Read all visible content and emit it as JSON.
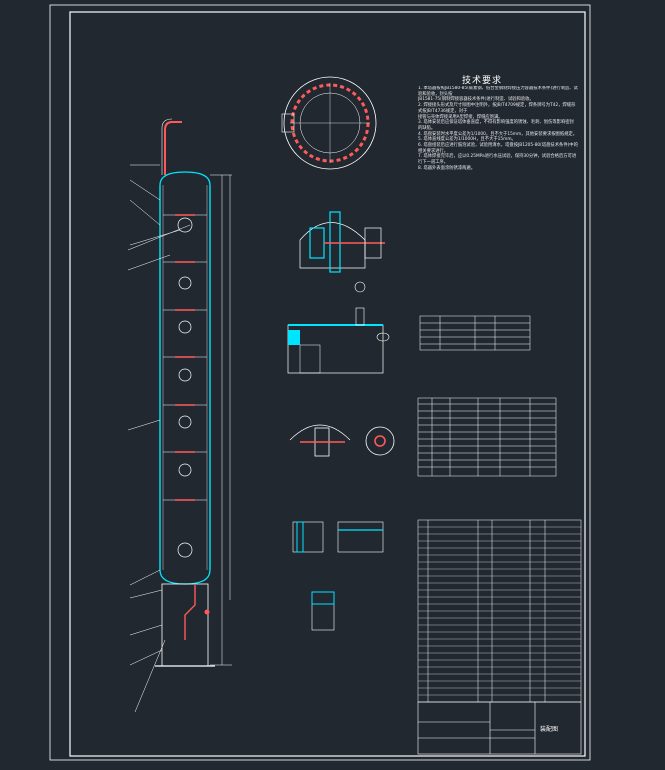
{
  "drawing": {
    "background": "#212830",
    "colors": {
      "line": "#ffffff",
      "vessel": "#00e5ff",
      "section": "#ff5a5a",
      "hatch": "#00e5ff"
    },
    "technical_requirements": {
      "title": "技术要求",
      "notes": [
        "1. 本塔器按照JB1580-85(碳素钢、低合金钢制焊接压力容器技术条件)进行制造、试验和验收，封头按",
        "JB1581-75(钢制焊接容器技术条件)进行制造、试验和验收。",
        "2. 焊接接头形式及尺寸除图中注明外，按JB/T4709规定，焊条牌号为T42，焊缝形式按JB/T4736规定，对于",
        "接管与壳体焊接采用A型焊接，焊缝应饱满。",
        "3. 塔体安装后应保证塔体垂直度，不得有影响强度的锈蚀、毛刺、划伤等影响密封的缺陷。",
        "4. 塔盘安装时水平度公差为1/1000，且不大于15mm，其他安装要求按图纸规定。",
        "5. 塔体直线度公差为1/1000H，且不大于15mm。",
        "6. 塔盘组装后应进行鼓泡试验，试验用清水，塔盘按JB1205-80(塔盘技术条件)中的相关要求进行。",
        "7. 塔体焊接完毕后，应以0.25MPa进行水压试验，保持30分钟，试验合格后方可进行下一道工序。",
        "8. 塔器外表面涂防锈漆两遍。"
      ]
    },
    "title_block": {
      "name_label": "装配图"
    }
  }
}
